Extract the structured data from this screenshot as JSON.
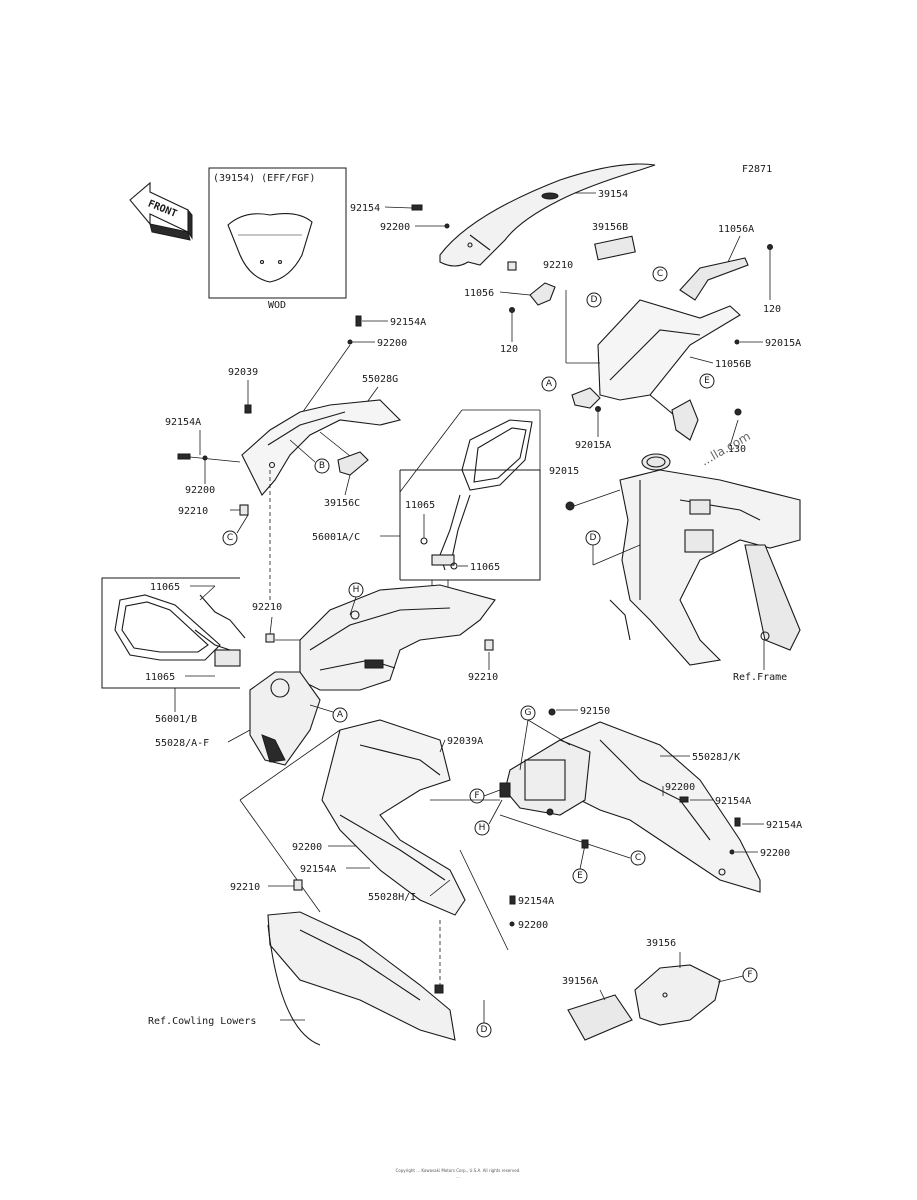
{
  "figure_code": "F2871",
  "front_label": "FRONT",
  "inset": {
    "header": "(39154) (EFF/FGF)",
    "caption": "WOD"
  },
  "watermark": "...lla.com",
  "footer": {
    "line1": "Copyright ... Kawasaki Motors Corp., U.S.A. All rights reserved.",
    "line2": "..."
  },
  "refs": {
    "frame": "Ref.Frame",
    "cowling_lowers": "Ref.Cowling Lowers"
  },
  "labels": {
    "p39154_top": "39154",
    "p92154_top": "92154",
    "p92200_top": "92200",
    "p39156B": "39156B",
    "p11056A": "11056A",
    "p92210_top": "92210",
    "p11056": "11056",
    "p120_right": "120",
    "p120_left": "120",
    "p92015A_right": "92015A",
    "p11056B": "11056B",
    "p92154A_mid": "92154A",
    "p92200_mid": "92200",
    "p92039": "92039",
    "p55028G": "55028G",
    "p92154A_left": "92154A",
    "p92200_left": "92200",
    "p92210_left": "92210",
    "p39156C": "39156C",
    "p92015A_mid": "92015A",
    "p130": "130",
    "p92015": "92015",
    "p11065_inbox": "11065",
    "p56001AC": "56001A/C",
    "p11065_inbox2": "11065",
    "p11065_lbox": "11065",
    "p92210_center": "92210",
    "p11065_lbox2": "11065",
    "p56001B": "56001/B",
    "p55028AF": "55028/A-F",
    "p92210_right": "92210",
    "p92150": "92150",
    "p92039A": "92039A",
    "p55028JK": "55028J/K",
    "p92200_r1": "92200",
    "p92154A_r1": "92154A",
    "p92154A_r2": "92154A",
    "p92200_r2": "92200",
    "p92200_low": "92200",
    "p92154A_low": "92154A",
    "p55028HI": "55028H/I",
    "p92210_low": "92210",
    "p92154A_low2": "92154A",
    "p92200_low2": "92200",
    "p39156": "39156",
    "p39156A": "39156A"
  },
  "callouts": {
    "A": "A",
    "B": "B",
    "C": "C",
    "D": "D",
    "E": "E",
    "F": "F",
    "G": "G",
    "H": "H"
  }
}
